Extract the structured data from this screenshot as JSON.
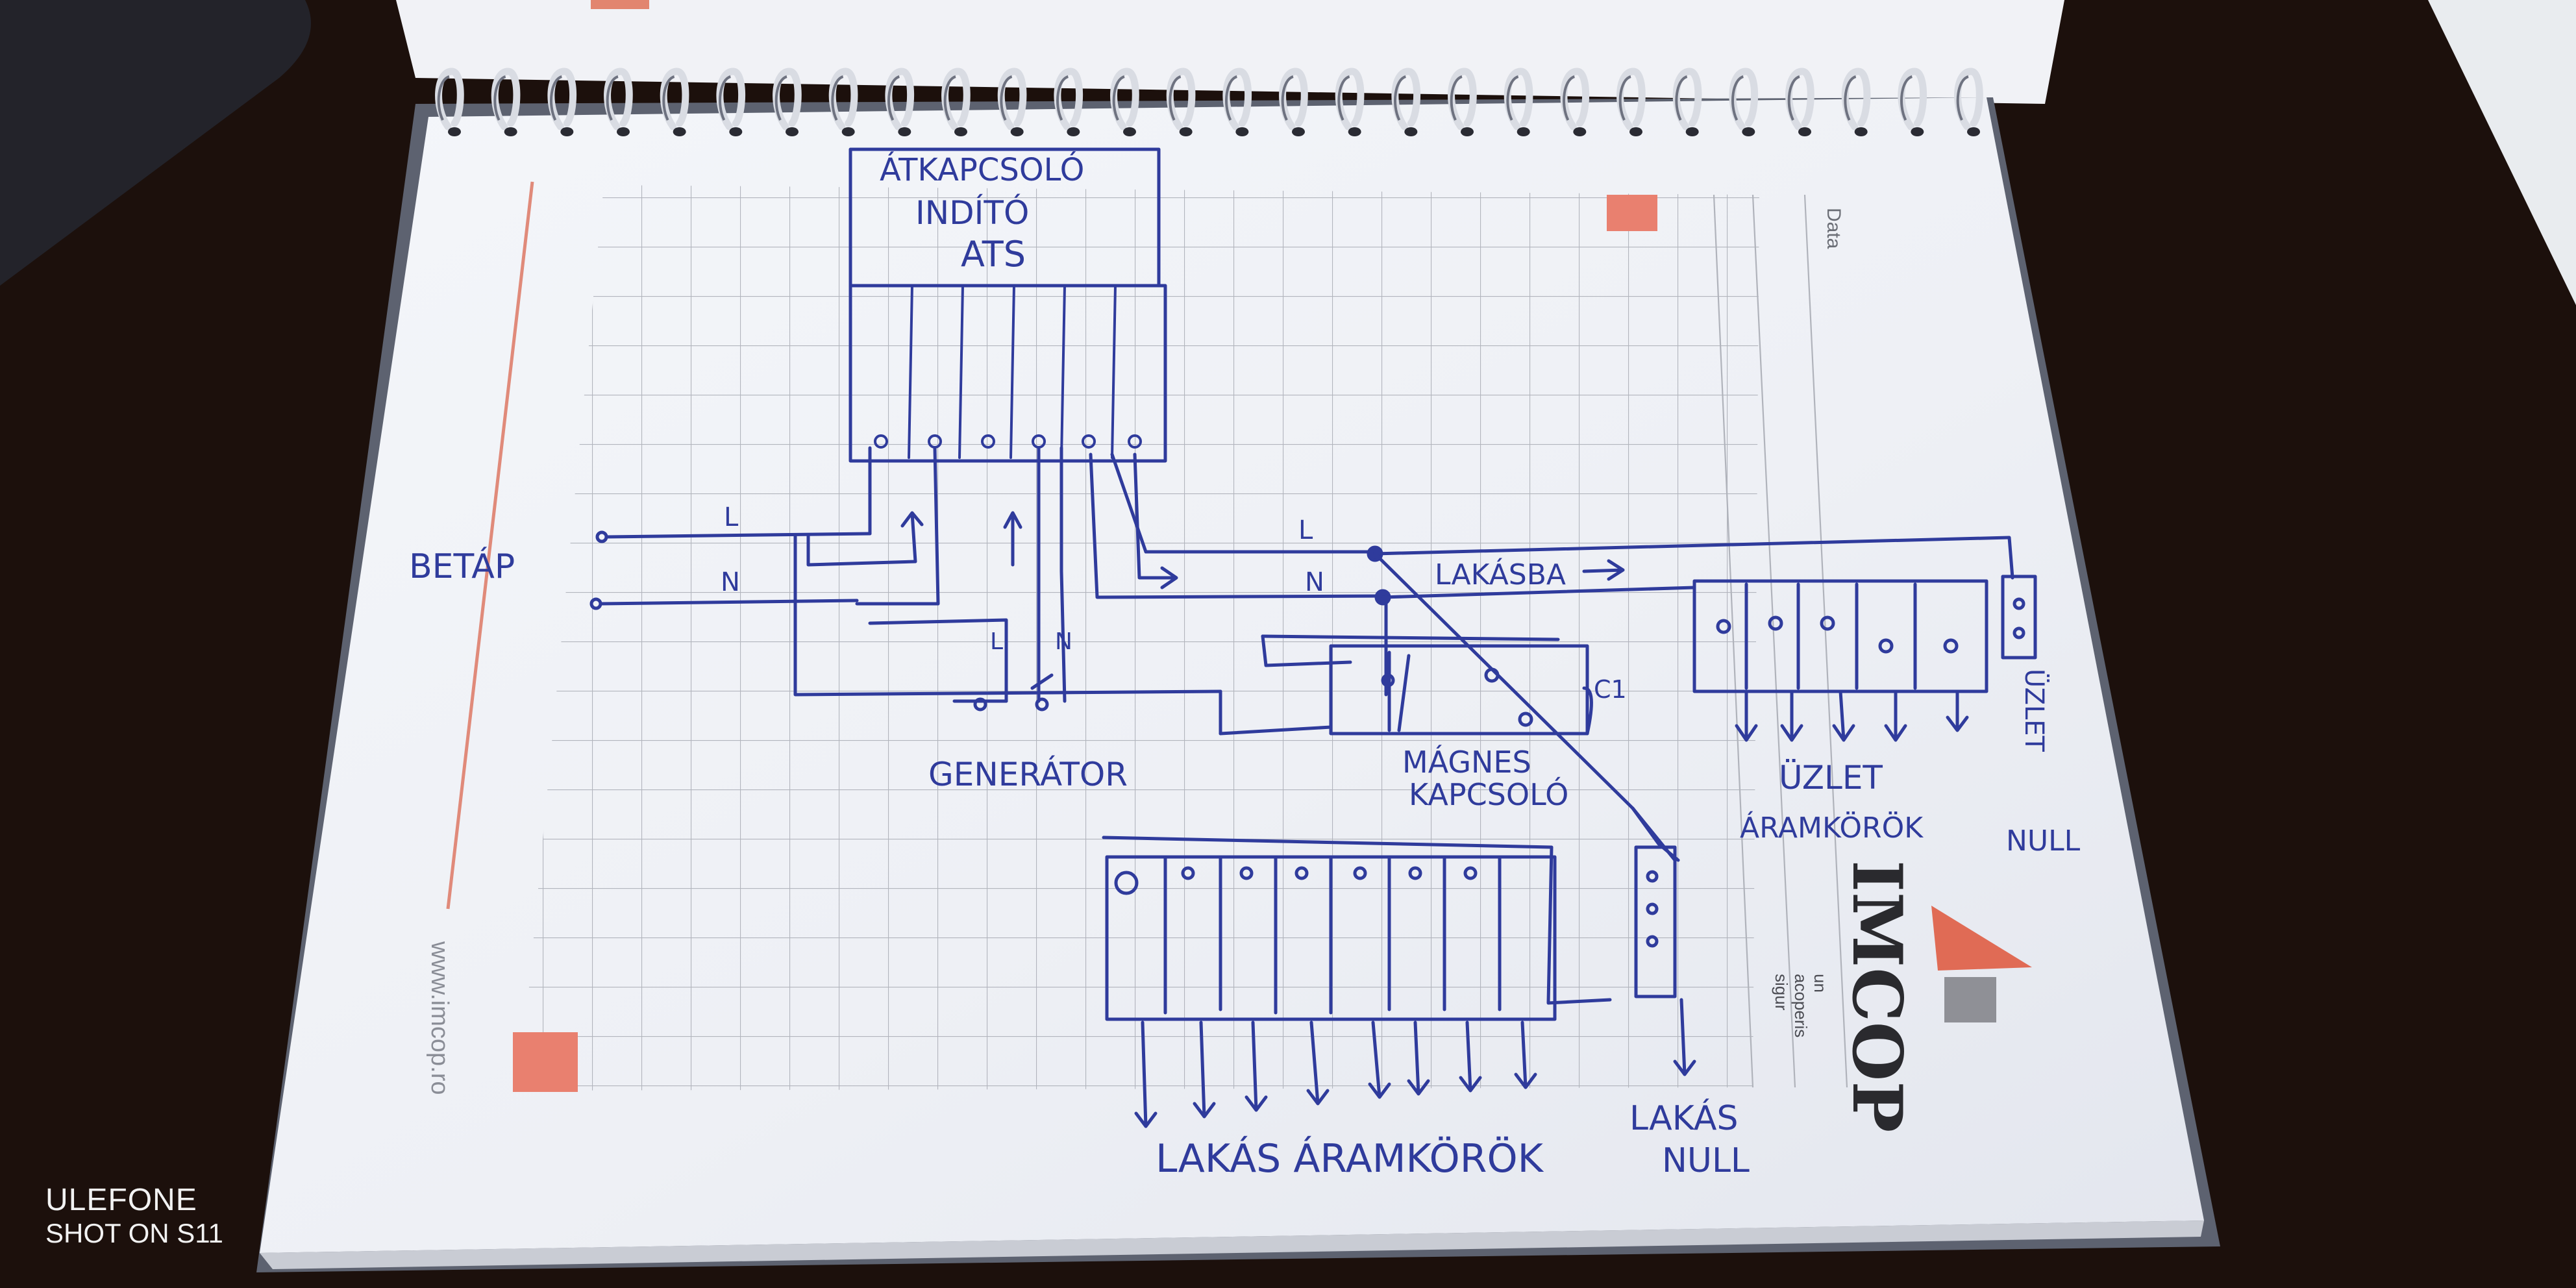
{
  "watermark": {
    "brand": "ULEFONE",
    "shot": "SHOT ON S11"
  },
  "notebook": {
    "header_label": "Data",
    "website": "www.imcop.ro",
    "logo": {
      "name": "IMCOP",
      "tagline_lines": [
        "un",
        "acoperis",
        "sigur"
      ]
    }
  },
  "sketch": {
    "ats_block": [
      "ÁTKAPCSOLÓ",
      "INDÍTÓ",
      "ATS"
    ],
    "betap": "BETÁP",
    "wire_L": "L",
    "wire_N": "N",
    "generator": "GENERÁTOR",
    "magnes_kapcsolo": [
      "MÁGNES",
      "KAPCSOLÓ"
    ],
    "lakasba": "LAKÁSBA",
    "c1": "C1",
    "uzlet_aramkorok": [
      "ÜZLET",
      "ÁRAMKÖRÖK"
    ],
    "uzlet_nul": [
      "ÜZLET",
      "NULL"
    ],
    "lakas_aramkorok": "LAKÁS ÁRAMKÖRÖK",
    "lakas_nul": [
      "LAKÁS",
      "NULL"
    ]
  }
}
